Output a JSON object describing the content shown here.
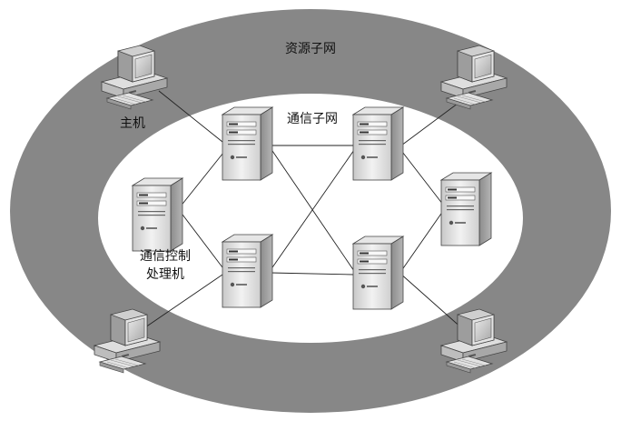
{
  "labels": {
    "resource_subnet": "资源子网",
    "communication_subnet": "通信子网",
    "host": "主机",
    "ccp_line1": "通信控制",
    "ccp_line2": "处理机"
  },
  "colors": {
    "outer_ring": "#878787",
    "inner_area": "#ffffff",
    "line": "#222222",
    "device_body": "#dcdcdc",
    "device_side": "#9a9a9a"
  },
  "icons": {
    "host": "desktop-computer-icon",
    "server": "tower-server-icon"
  }
}
